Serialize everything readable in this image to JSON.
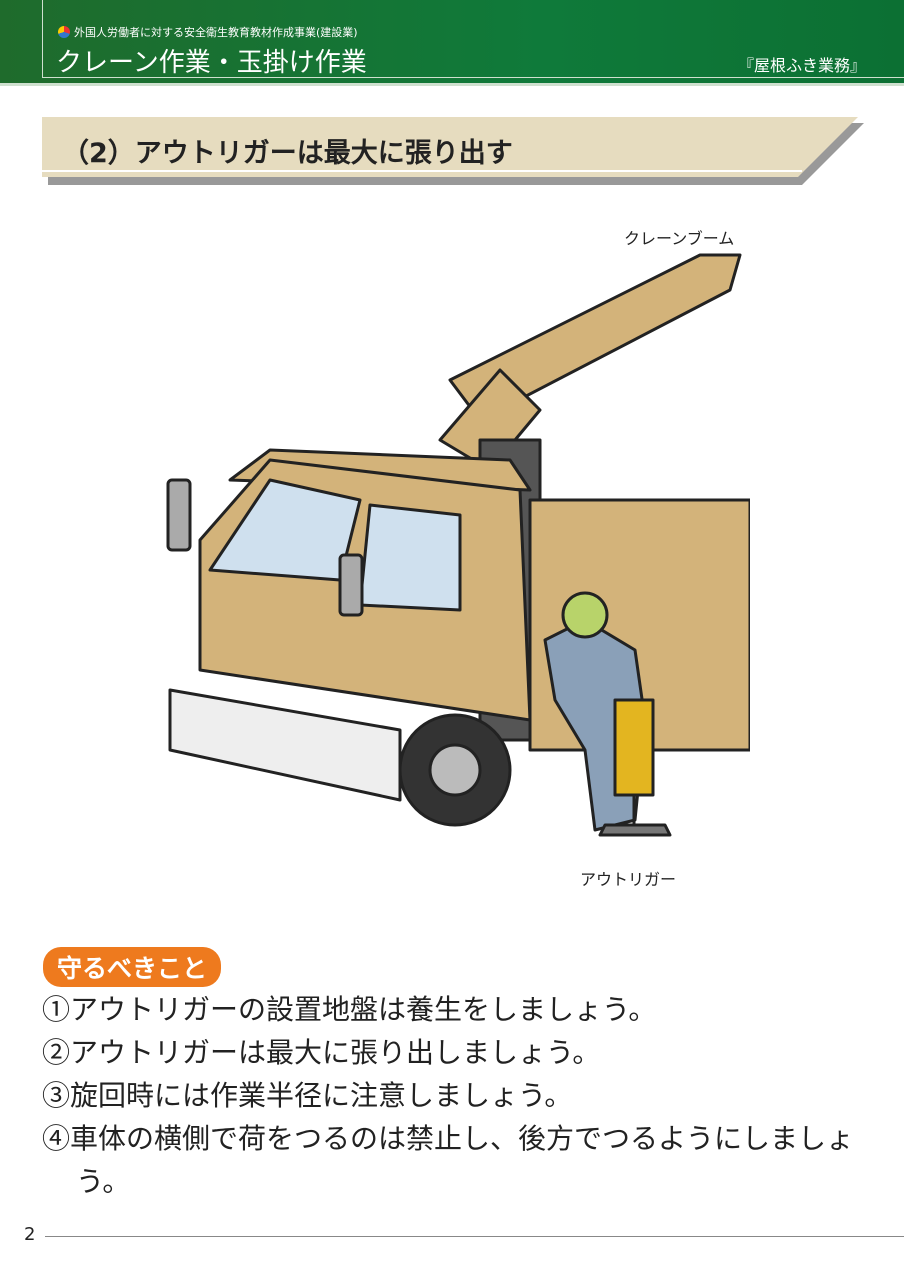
{
  "header": {
    "series": "外国人労働者に対する安全衛生教育教材作成事業(建設業)",
    "title": "クレーン作業・玉掛け作業",
    "tag": "『屋根ふき業務』"
  },
  "section": {
    "title": "（2）アウトリガーは最大に張り出す"
  },
  "illustration": {
    "label_boom": "クレーンブーム",
    "label_outrigger": "アウトリガー"
  },
  "rules": {
    "heading": "守るべきこと",
    "items": [
      "①アウトリガーの設置地盤は養生をしましょう。",
      "②アウトリガーは最大に張り出しましょう。",
      "③旋回時には作業半径に注意しましょう。",
      "④車体の横側で荷をつるのは禁止し、後方でつるようにしましょう。"
    ]
  },
  "footer": {
    "page": "2"
  }
}
